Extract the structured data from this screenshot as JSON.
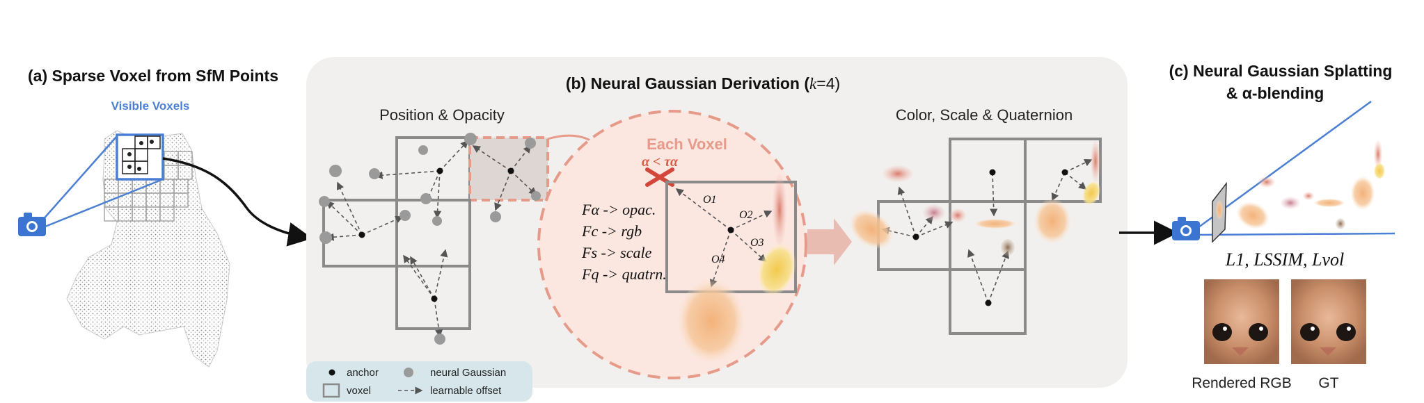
{
  "panel_a": {
    "title": "(a) Sparse Voxel from SfM Points",
    "visible_voxels_label": "Visible Voxels"
  },
  "panel_b": {
    "title_prefix": "(b) Neural Gaussian Derivation (",
    "title_k": "k",
    "title_suffix": "=4)",
    "left_label": "Position & Opacity",
    "right_label": "Color, Scale & Quaternion",
    "each_voxel_label": "Each Voxel",
    "threshold_label": "α < τα",
    "mappings": [
      "Fα -> opac.",
      "Fc -> rgb",
      "Fs -> scale",
      "Fq -> quatrn."
    ],
    "offsets": [
      "O1",
      "O2",
      "O3",
      "O4"
    ]
  },
  "legend": {
    "anchor": "anchor",
    "neural_gaussian": "neural Gaussian",
    "voxel": "voxel",
    "learnable_offset": "learnable offset"
  },
  "panel_c": {
    "title_line1": "(c) Neural Gaussian Splatting",
    "title_line2": "& α-blending",
    "losses": "L1, LSSIM, Lvol",
    "rendered_label": "Rendered RGB",
    "gt_label": "GT"
  },
  "colors": {
    "accent_blue": "#4a7fd4",
    "salmon": "#e59a8a",
    "panel_bg": "#f2f0ee",
    "legend_bg": "#d6e6ea",
    "voxel_gray": "#8a8a8a"
  }
}
